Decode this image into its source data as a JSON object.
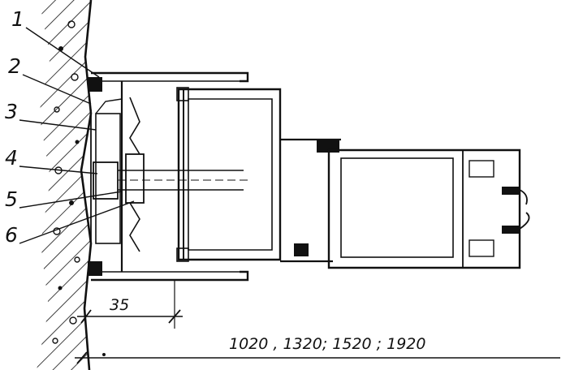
{
  "callouts": [
    {
      "id": "1",
      "label": "1"
    },
    {
      "id": "2",
      "label": "2"
    },
    {
      "id": "3",
      "label": "3"
    },
    {
      "id": "4",
      "label": "4"
    },
    {
      "id": "5",
      "label": "5"
    },
    {
      "id": "6",
      "label": "6"
    }
  ],
  "dimensions": {
    "offset": "35",
    "widths": "1020 , 1320; 1520 ; 1920"
  }
}
